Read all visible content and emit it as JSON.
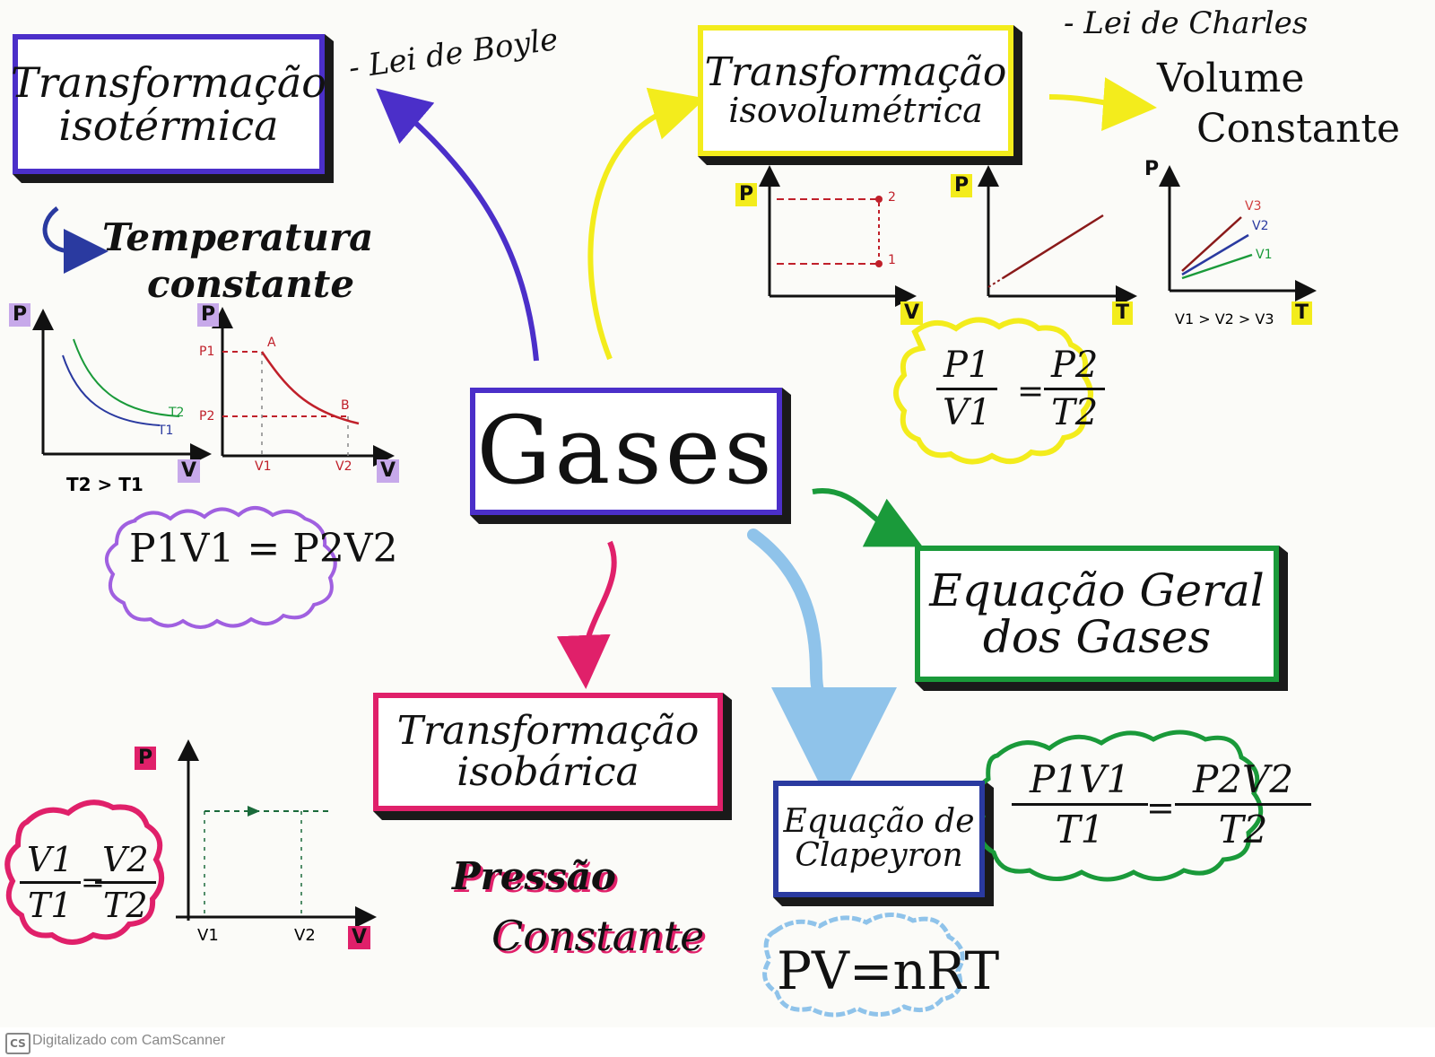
{
  "central": {
    "title": "Gases"
  },
  "isothermal": {
    "title_line1": "Transformação",
    "title_line2": "isotérmica",
    "law": "- Lei de Boyle",
    "note_line1": "Temperatura",
    "note_line2": "constante",
    "graph1": {
      "y_axis": "P",
      "x_axis": "V",
      "curve1": "T2",
      "curve2": "T1",
      "caption": "T2 > T1"
    },
    "graph2": {
      "y_axis": "P",
      "x_axis": "V",
      "y1": "P1",
      "y2": "P2",
      "x1": "V1",
      "x2": "V2",
      "point_a": "A",
      "point_b": "B"
    },
    "formula": "P1V1 = P2V2"
  },
  "isovolumetric": {
    "title_line1": "Transformação",
    "title_line2": "isovolumétrica",
    "law": "- Lei de Charles",
    "note_line1": "Volume",
    "note_line2": "Constante",
    "graph1": {
      "y_axis": "P",
      "x_axis": "V",
      "point1": "1",
      "point2": "2"
    },
    "graph2": {
      "y_axis": "P",
      "x_axis": "T"
    },
    "graph3": {
      "y_axis": "P",
      "x_axis": "T",
      "line1": "V3",
      "line2": "V2",
      "line3": "V1",
      "caption": "V1 > V2 > V3"
    },
    "formula": {
      "left_num": "P1",
      "left_den": "V1",
      "equals": "=",
      "right_num": "P2",
      "right_den": "T2"
    }
  },
  "isobaric": {
    "title_line1": "Transformação",
    "title_line2": "isobárica",
    "note_line1": "Pressão",
    "note_line2": "Constante",
    "graph": {
      "y_axis": "P",
      "x_axis": "V",
      "x1": "V1",
      "x2": "V2"
    },
    "formula": {
      "left_num": "V1",
      "left_den": "T1",
      "equals": "=",
      "right_num": "V2",
      "right_den": "T2"
    }
  },
  "general": {
    "title_line1": "Equação Geral",
    "title_line2": "dos Gases",
    "formula": {
      "left_num": "P1V1",
      "left_den": "T1",
      "equals": "=",
      "right_num": "P2V2",
      "right_den": "T2"
    }
  },
  "clapeyron": {
    "title_line1": "Equação de",
    "title_line2": "Clapeyron",
    "formula": "PV=nRT"
  },
  "footer": {
    "logo": "CS",
    "text": "Digitalizado com CamScanner"
  },
  "colors": {
    "isothermal": "#4b2fc9",
    "isovolumetric": "#f3ec1c",
    "isobaric": "#e0206a",
    "general": "#1a9a3a",
    "clapeyron": "#8fc3ea",
    "cloud_purple": "#a060e0",
    "red_curve": "#c0202a"
  }
}
